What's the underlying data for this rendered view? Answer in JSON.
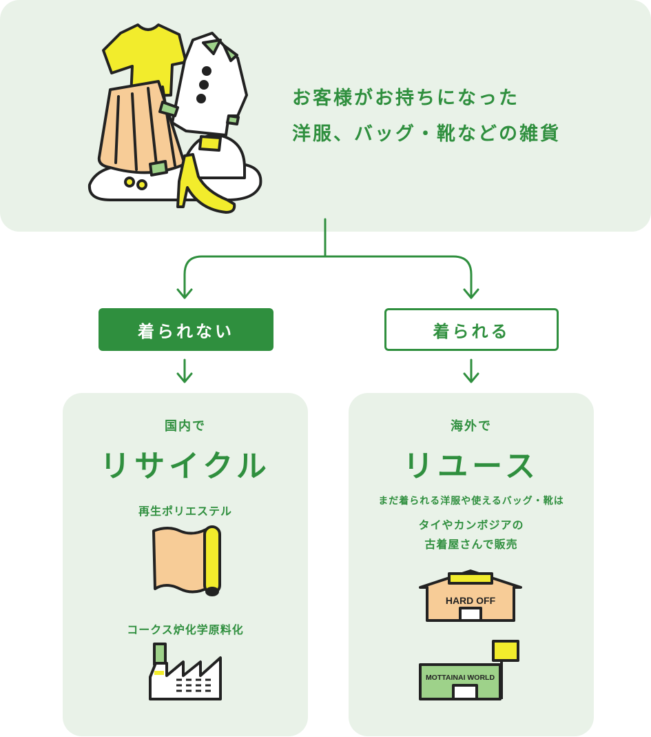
{
  "intro": {
    "line1": "お客様がお持ちになった",
    "line2": "洋服、バッグ・靴などの雑貨"
  },
  "labels": {
    "cannot_wear": "着られない",
    "can_wear": "着られる"
  },
  "recycle": {
    "subtitle": "国内で",
    "title": "リサイクル",
    "item1": "再生ポリエステル",
    "item2": "コークス炉化学原料化"
  },
  "reuse": {
    "subtitle": "海外で",
    "title": "リユース",
    "line1": "まだ着られる洋服や使えるバッグ・靴は",
    "line2": "タイやカンボジアの",
    "line3": "古着屋さんで販売",
    "store1": "HARD OFF",
    "store2": "MOTTAINAI WORLD"
  },
  "colors": {
    "green": "#2f8f3e",
    "panel": "#e9f2e8",
    "yellow": "#f2ec2c",
    "peach": "#f7cc97",
    "light_green": "#9ed28a"
  },
  "icons": [
    "clothes-pile-icon",
    "fabric-roll-icon",
    "factory-icon",
    "hard-off-store-icon",
    "mottainai-world-store-icon"
  ]
}
